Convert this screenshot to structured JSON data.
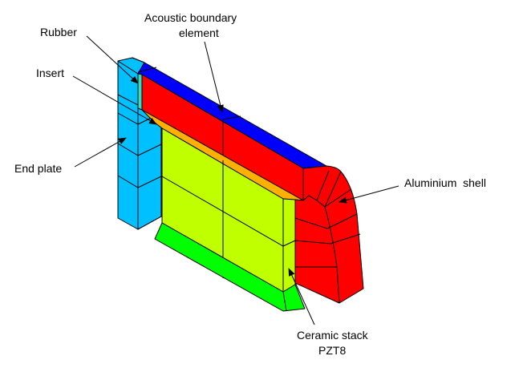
{
  "labels": {
    "rubber": "Rubber",
    "acoustic_1": "Acoustic boundary",
    "acoustic_2": "element",
    "insert": "Insert",
    "end_plate": "End plate",
    "aluminium": "Aluminium  shell",
    "ceramic_1": "Ceramic stack",
    "ceramic_2": "PZT8"
  },
  "colors": {
    "end_plate": "#00c0ff",
    "rubber": "#30e0c0",
    "acoustic": "#0000ff",
    "shell": "#ff0000",
    "insert": "#ffb000",
    "ceramic": "#c0ff00",
    "base": "#00ff00"
  }
}
